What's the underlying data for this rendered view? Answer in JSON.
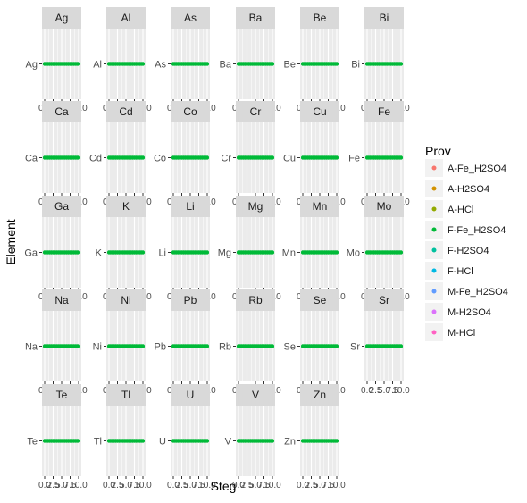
{
  "chart_data": {
    "type": "scatter",
    "facet_by": "Element",
    "facets": [
      "Ag",
      "Al",
      "As",
      "Ba",
      "Be",
      "Bi",
      "Ca",
      "Cd",
      "Co",
      "Cr",
      "Cu",
      "Fe",
      "Ga",
      "K",
      "Li",
      "Mg",
      "Mn",
      "Mo",
      "Na",
      "Ni",
      "Pb",
      "Rb",
      "Se",
      "Sr",
      "Te",
      "Tl",
      "U",
      "V",
      "Zn"
    ],
    "facet_columns": 6,
    "xlabel": "Steg",
    "ylabel": "Element",
    "x": [
      0,
      0.5,
      1,
      1.5,
      2,
      2.5,
      3,
      3.5,
      4,
      4.5,
      5,
      5.5,
      6,
      6.5,
      7,
      7.5,
      8,
      8.5,
      9,
      9.5,
      10
    ],
    "x_tick_labels": [
      "0.0",
      "2.5",
      "5.0",
      "7.5",
      "10.0"
    ],
    "x_ticks": [
      0,
      2.5,
      5,
      7.5,
      10
    ],
    "xlim": [
      0,
      10
    ],
    "series": [
      {
        "name": "F-Fe_H2SO4",
        "color": "#00ba38"
      }
    ],
    "legend": {
      "title": "Prov",
      "position": "right",
      "entries": [
        {
          "name": "A-Fe_H2SO4",
          "color": "#f8766d"
        },
        {
          "name": "A-H2SO4",
          "color": "#d39200"
        },
        {
          "name": "A-HCl",
          "color": "#93aa00"
        },
        {
          "name": "F-Fe_H2SO4",
          "color": "#00ba38"
        },
        {
          "name": "F-H2SO4",
          "color": "#00c19f"
        },
        {
          "name": "F-HCl",
          "color": "#00b9e3"
        },
        {
          "name": "M-Fe_H2SO4",
          "color": "#619cff"
        },
        {
          "name": "M-H2SO4",
          "color": "#db72fb"
        },
        {
          "name": "M-HCl",
          "color": "#ff61c3"
        }
      ]
    },
    "grid": true,
    "strip_color": "#d9d9d9",
    "panel_color": "#ebebeb"
  }
}
